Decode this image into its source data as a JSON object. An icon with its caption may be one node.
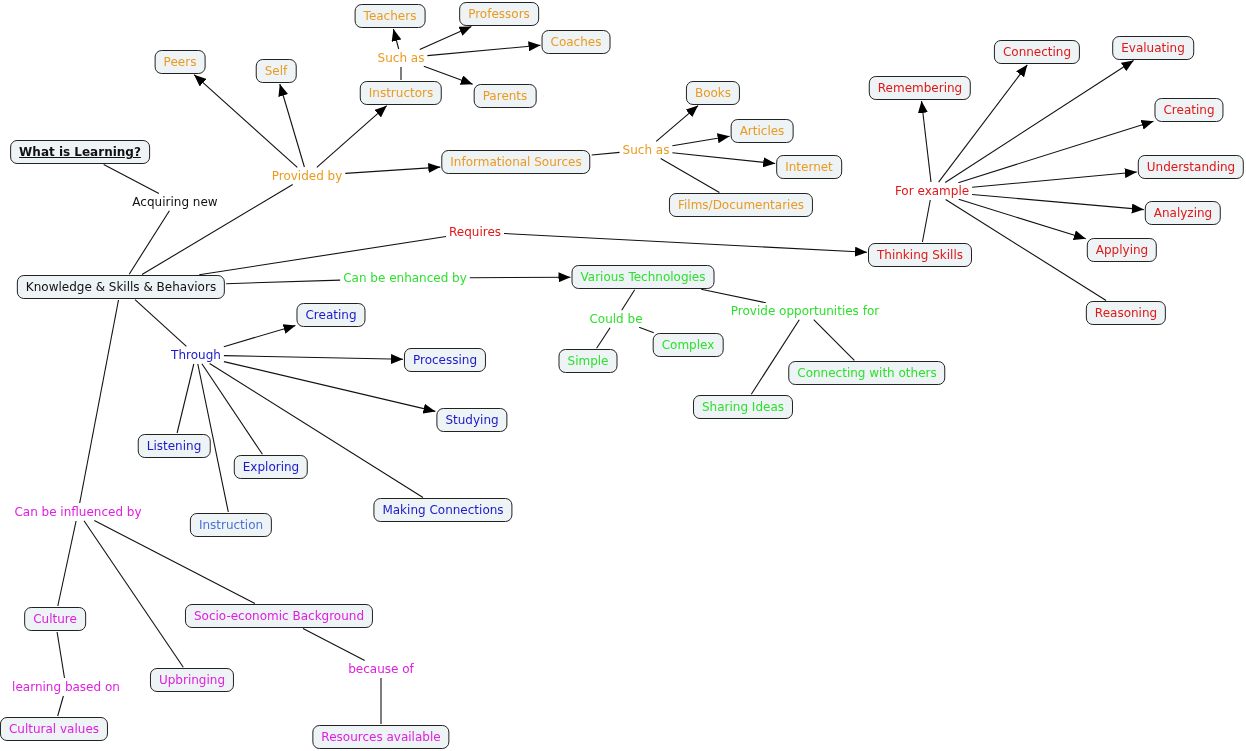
{
  "diagram": {
    "nodes": [
      {
        "text": [
          "What is Learning?"
        ]
      },
      {
        "text": [
          "Acquiring new"
        ]
      },
      {
        "text": [
          "Knowledge & Skills & Behaviors"
        ]
      },
      {
        "text": [
          "Provided by"
        ]
      },
      {
        "text": [
          "Peers"
        ]
      },
      {
        "text": [
          "Self"
        ]
      },
      {
        "text": [
          "Instructors"
        ]
      },
      {
        "text": [
          "Such as"
        ]
      },
      {
        "text": [
          "Teachers"
        ]
      },
      {
        "text": [
          "Professors"
        ]
      },
      {
        "text": [
          "Coaches"
        ]
      },
      {
        "text": [
          "Parents"
        ]
      },
      {
        "text": [
          "Informational Sources"
        ]
      },
      {
        "text": [
          "Such as"
        ]
      },
      {
        "text": [
          "Books"
        ]
      },
      {
        "text": [
          "Articles"
        ]
      },
      {
        "text": [
          "Internet"
        ]
      },
      {
        "text": [
          "Films/Documentaries"
        ]
      },
      {
        "text": [
          "Requires"
        ]
      },
      {
        "text": [
          "Thinking Skills"
        ]
      },
      {
        "text": [
          "For example"
        ]
      },
      {
        "text": [
          "Remembering"
        ]
      },
      {
        "text": [
          "Connecting"
        ]
      },
      {
        "text": [
          "Evaluating"
        ]
      },
      {
        "text": [
          "Creating"
        ]
      },
      {
        "text": [
          "Understanding"
        ]
      },
      {
        "text": [
          "Analyzing"
        ]
      },
      {
        "text": [
          "Applying"
        ]
      },
      {
        "text": [
          "Reasoning"
        ]
      },
      {
        "text": [
          "Can be enhanced by"
        ]
      },
      {
        "text": [
          "Various Technologies"
        ]
      },
      {
        "text": [
          "Could be"
        ]
      },
      {
        "text": [
          "Simple"
        ]
      },
      {
        "text": [
          "Complex"
        ]
      },
      {
        "text": [
          "Provide opportunities for"
        ]
      },
      {
        "text": [
          "Connecting with others"
        ]
      },
      {
        "text": [
          "Sharing Ideas"
        ]
      },
      {
        "text": [
          "Through"
        ]
      },
      {
        "text": [
          "Creating"
        ]
      },
      {
        "text": [
          "Processing"
        ]
      },
      {
        "text": [
          "Studying"
        ]
      },
      {
        "text": [
          "Listening"
        ]
      },
      {
        "text": [
          "Exploring"
        ]
      },
      {
        "text": [
          "Instruction"
        ]
      },
      {
        "text": [
          "Making Connections"
        ]
      },
      {
        "text": [
          "Can be influenced by"
        ]
      },
      {
        "text": [
          "Culture"
        ]
      },
      {
        "text": [
          "learning based on"
        ]
      },
      {
        "text": [
          "Cultural values"
        ]
      },
      {
        "text": [
          "Upbringing"
        ]
      },
      {
        "text": [
          "Socio-economic Background"
        ]
      },
      {
        "text": [
          "because of"
        ]
      },
      {
        "text": [
          "Resources available"
        ]
      }
    ],
    "edges": [
      {
        "from": 0,
        "to": 1,
        "arrow": "none"
      },
      {
        "from": 1,
        "to": 2,
        "arrow": "none"
      },
      {
        "from": 2,
        "to": 3,
        "arrow": "none"
      },
      {
        "from": 3,
        "to": 4,
        "arrow": "to"
      },
      {
        "from": 3,
        "to": 5,
        "arrow": "to"
      },
      {
        "from": 3,
        "to": 6,
        "arrow": "to"
      },
      {
        "from": 3,
        "to": 12,
        "arrow": "to"
      },
      {
        "from": 6,
        "to": 7,
        "arrow": "none"
      },
      {
        "from": 7,
        "to": 8,
        "arrow": "to"
      },
      {
        "from": 7,
        "to": 9,
        "arrow": "to"
      },
      {
        "from": 7,
        "to": 10,
        "arrow": "to"
      },
      {
        "from": 7,
        "to": 11,
        "arrow": "to"
      },
      {
        "from": 12,
        "to": 13,
        "arrow": "none"
      },
      {
        "from": 13,
        "to": 14,
        "arrow": "to"
      },
      {
        "from": 13,
        "to": 15,
        "arrow": "to"
      },
      {
        "from": 13,
        "to": 16,
        "arrow": "to"
      },
      {
        "from": 13,
        "to": 17,
        "arrow": "none"
      },
      {
        "from": 2,
        "to": 18,
        "arrow": "none"
      },
      {
        "from": 18,
        "to": 19,
        "arrow": "to"
      },
      {
        "from": 19,
        "to": 20,
        "arrow": "none"
      },
      {
        "from": 20,
        "to": 21,
        "arrow": "to"
      },
      {
        "from": 20,
        "to": 22,
        "arrow": "to"
      },
      {
        "from": 20,
        "to": 23,
        "arrow": "to"
      },
      {
        "from": 20,
        "to": 24,
        "arrow": "to"
      },
      {
        "from": 20,
        "to": 25,
        "arrow": "to"
      },
      {
        "from": 20,
        "to": 26,
        "arrow": "to"
      },
      {
        "from": 20,
        "to": 27,
        "arrow": "to"
      },
      {
        "from": 20,
        "to": 28,
        "arrow": "none"
      },
      {
        "from": 2,
        "to": 29,
        "arrow": "none"
      },
      {
        "from": 29,
        "to": 30,
        "arrow": "to"
      },
      {
        "from": 30,
        "to": 31,
        "arrow": "none"
      },
      {
        "from": 31,
        "to": 32,
        "arrow": "none"
      },
      {
        "from": 31,
        "to": 33,
        "arrow": "none"
      },
      {
        "from": 30,
        "to": 34,
        "arrow": "none"
      },
      {
        "from": 34,
        "to": 35,
        "arrow": "none"
      },
      {
        "from": 34,
        "to": 36,
        "arrow": "none"
      },
      {
        "from": 2,
        "to": 37,
        "arrow": "none"
      },
      {
        "from": 37,
        "to": 38,
        "arrow": "to"
      },
      {
        "from": 37,
        "to": 39,
        "arrow": "to"
      },
      {
        "from": 37,
        "to": 40,
        "arrow": "to"
      },
      {
        "from": 37,
        "to": 41,
        "arrow": "none"
      },
      {
        "from": 37,
        "to": 42,
        "arrow": "none"
      },
      {
        "from": 37,
        "to": 43,
        "arrow": "none"
      },
      {
        "from": 37,
        "to": 44,
        "arrow": "none"
      },
      {
        "from": 2,
        "to": 45,
        "arrow": "none"
      },
      {
        "from": 45,
        "to": 46,
        "arrow": "none"
      },
      {
        "from": 45,
        "to": 49,
        "arrow": "none"
      },
      {
        "from": 45,
        "to": 50,
        "arrow": "none"
      },
      {
        "from": 46,
        "to": 47,
        "arrow": "none"
      },
      {
        "from": 47,
        "to": 48,
        "arrow": "none"
      },
      {
        "from": 50,
        "to": 51,
        "arrow": "none"
      },
      {
        "from": 51,
        "to": 52,
        "arrow": "none"
      }
    ]
  }
}
